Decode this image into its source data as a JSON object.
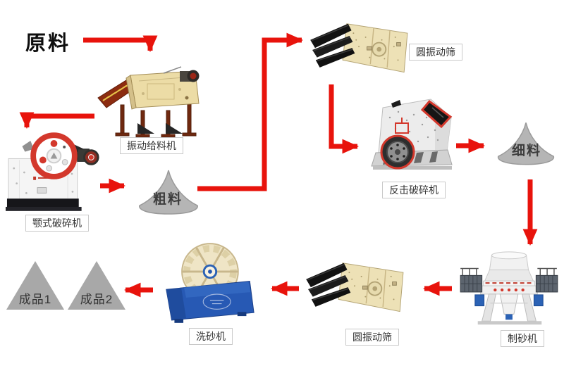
{
  "flow": {
    "source_label": "原料",
    "nodes": {
      "feeder": {
        "label": "振动给料机"
      },
      "jaw_crusher": {
        "label": "颚式破碎机"
      },
      "coarse_pile": {
        "label": "粗料"
      },
      "screen_top": {
        "label": "圆振动筛"
      },
      "impact_crusher": {
        "label": "反击破碎机"
      },
      "fine_pile": {
        "label": "细料"
      },
      "sand_maker": {
        "label": "制砂机"
      },
      "screen_bottom": {
        "label": "圆振动筛"
      },
      "washer": {
        "label": "洗砂机"
      },
      "product_1": {
        "label": "成品1"
      },
      "product_2": {
        "label": "成品2"
      }
    },
    "edges": [
      {
        "from": "raw_material",
        "to": "feeder"
      },
      {
        "from": "feeder",
        "to": "jaw_crusher"
      },
      {
        "from": "jaw_crusher",
        "to": "coarse_pile"
      },
      {
        "from": "coarse_pile",
        "to": "screen_top"
      },
      {
        "from": "screen_top",
        "to": "impact_crusher"
      },
      {
        "from": "impact_crusher",
        "to": "fine_pile"
      },
      {
        "from": "fine_pile",
        "to": "sand_maker"
      },
      {
        "from": "sand_maker",
        "to": "screen_bottom"
      },
      {
        "from": "screen_bottom",
        "to": "washer"
      },
      {
        "from": "washer",
        "to": "products"
      }
    ],
    "colors": {
      "arrow": "#e8130c",
      "pile_fill": "#b5b5b5",
      "pile_stroke": "#9a9a9a",
      "product_fill": "#a8a8a8",
      "label_border": "#c9c9c9",
      "label_text": "#333333",
      "source_text": "#0d0d0d",
      "screen_body": "#ede1b6",
      "washer_blue": "#2759b4",
      "machine_red": "#d3382c"
    }
  }
}
